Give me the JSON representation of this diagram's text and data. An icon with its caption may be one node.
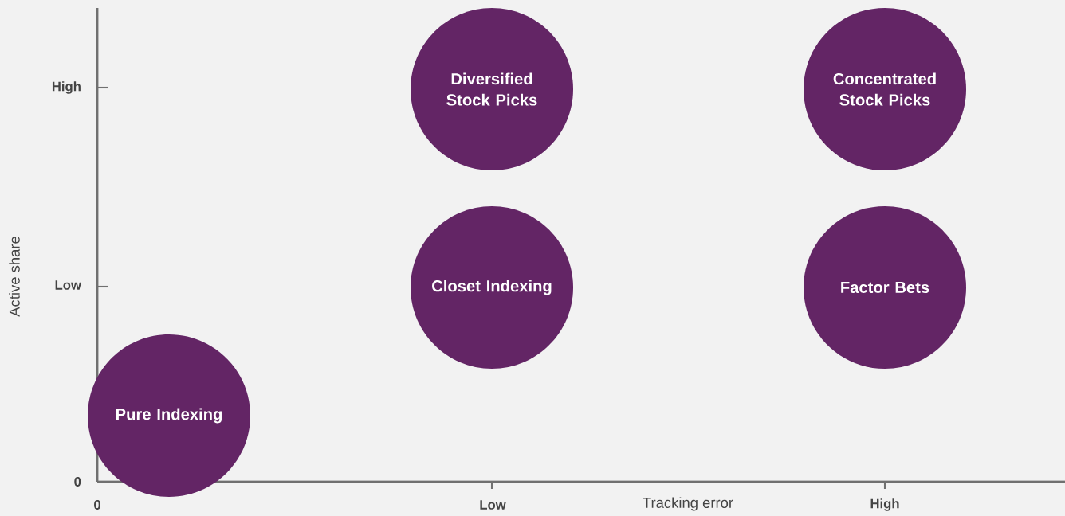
{
  "diagram": {
    "nodes": [
      {
        "text": [
          "Diversified Stock Picks"
        ]
      },
      {
        "text": [
          "Concentrated Stock Picks"
        ]
      },
      {
        "text": [
          "Closet Indexing"
        ]
      },
      {
        "text": [
          "Factor Bets"
        ]
      },
      {
        "text": [
          "Pure Indexing"
        ]
      }
    ],
    "labels": [
      "High",
      "Low",
      "Active share",
      "0",
      "0",
      "Low",
      "Tracking error",
      "High"
    ]
  }
}
